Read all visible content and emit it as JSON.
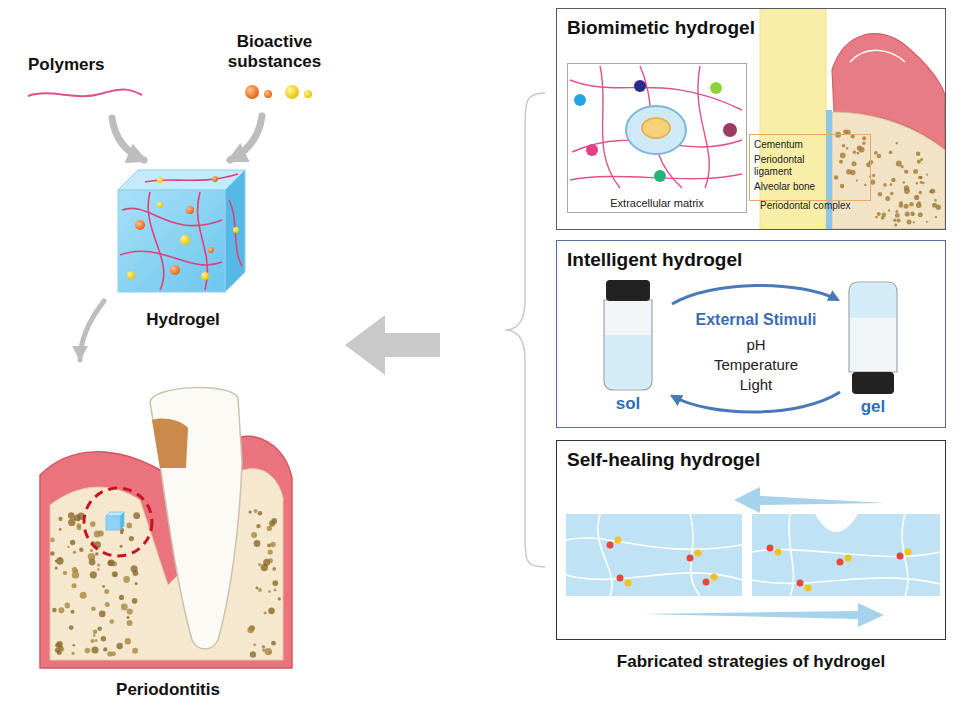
{
  "diagram": {
    "nodes": [
      {
        "text": [
          "Hydrogel"
        ]
      },
      {
        "text": [
          "Periodontitis"
        ]
      },
      {
        "text": [
          "Biomimetic hydrogel"
        ]
      },
      {
        "text": [
          "Extracellular matrix"
        ],
        "in": 2
      },
      {
        "text": [
          "Cementum",
          "Periodontal ligament",
          "Alveolar bone"
        ],
        "in": 2
      },
      {
        "text": [
          "Intelligent hydrogel"
        ]
      },
      {
        "text": [
          "Self-healing hydrogel"
        ]
      }
    ],
    "edges": [
      {
        "from": 0,
        "to": 1,
        "arrow": "to"
      }
    ],
    "labels": [
      "Polymers",
      "Bioactive substances",
      "Periodontal complex",
      "External Stimuli",
      "pH",
      "Temperature",
      "Light",
      "sol",
      "gel",
      "Fabricated strategies of hydrogel"
    ]
  }
}
